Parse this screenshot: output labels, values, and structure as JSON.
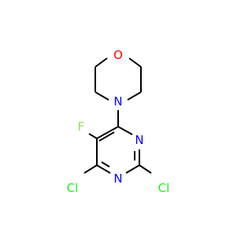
{
  "atoms": {
    "oxygen": "O",
    "nitrogen_morpholine": "N",
    "fluorine": "F",
    "nitrogen_ring_upper": "N",
    "nitrogen_ring_lower": "N",
    "chlorine_left": "Cl",
    "chlorine_right": "Cl"
  },
  "colors": {
    "bond": "#000000",
    "oxygen": "#ff0000",
    "nitrogen": "#0000ff",
    "fluorine": "#90e050",
    "chlorine": "#1ff01f"
  }
}
